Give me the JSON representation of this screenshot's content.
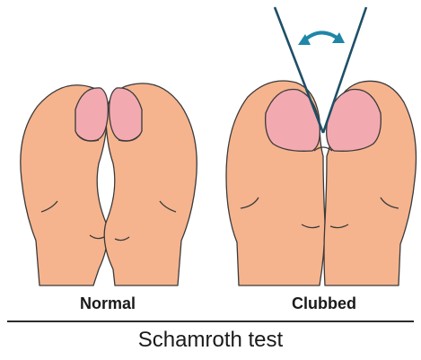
{
  "labels": {
    "normal": "Normal",
    "clubbed": "Clubbed"
  },
  "caption": "Schamroth test",
  "colors": {
    "skin": "#f5b48e",
    "nail": "#f2aab0",
    "outline": "#3a3a3a",
    "angle_lines": "#1f4f67",
    "arrow": "#1f86a8"
  }
}
